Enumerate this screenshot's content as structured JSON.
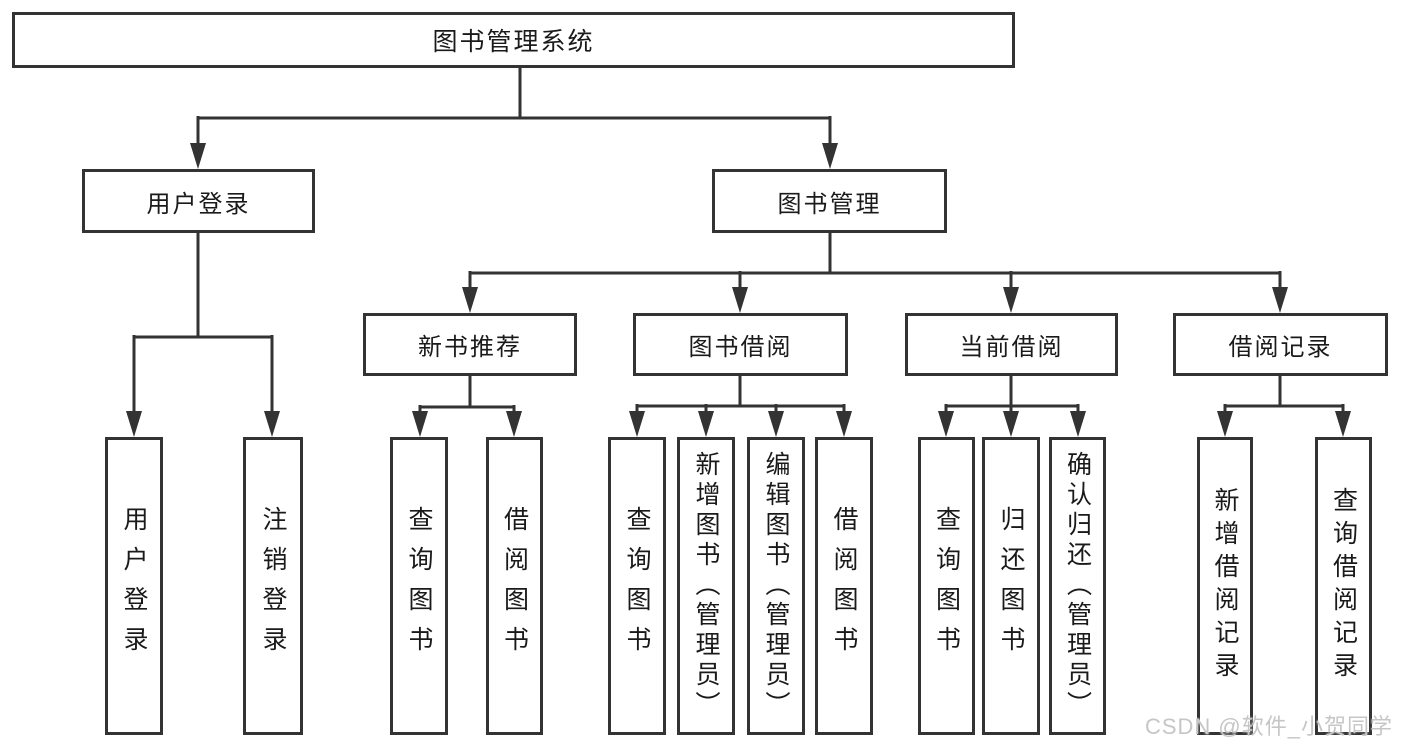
{
  "tree": {
    "label": "图书管理系统",
    "children": [
      {
        "label": "用户登录",
        "children": [
          {
            "label": "用户登录"
          },
          {
            "label": "注销登录"
          }
        ]
      },
      {
        "label": "图书管理",
        "children": [
          {
            "label": "新书推荐",
            "children": [
              {
                "label": "查询图书"
              },
              {
                "label": "借阅图书"
              }
            ]
          },
          {
            "label": "图书借阅",
            "children": [
              {
                "label": "查询图书"
              },
              {
                "label": "新增图书（管理员）"
              },
              {
                "label": "编辑图书（管理员）"
              },
              {
                "label": "借阅图书"
              }
            ]
          },
          {
            "label": "当前借阅",
            "children": [
              {
                "label": "查询图书"
              },
              {
                "label": "归还图书"
              },
              {
                "label": "确认归还（管理员）"
              }
            ]
          },
          {
            "label": "借阅记录",
            "children": [
              {
                "label": "新增借阅记录"
              },
              {
                "label": "查询借阅记录"
              }
            ]
          }
        ]
      }
    ]
  },
  "watermark": {
    "text": "CSDN @软件_小贺同学"
  },
  "colors": {
    "line": "#333333",
    "box_border": "#333333",
    "box_fill": "#ffffff",
    "text": "#1a1a1a",
    "watermark": "#c6c6c6"
  }
}
